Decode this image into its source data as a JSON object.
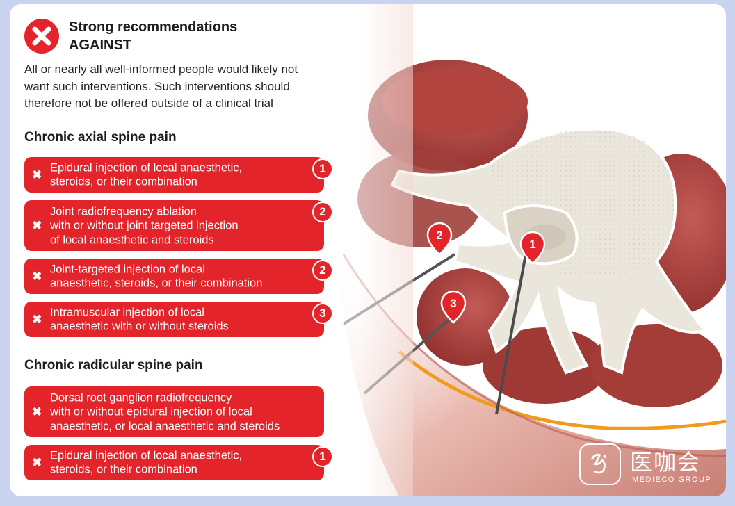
{
  "header": {
    "title_line1": "Strong recommendations",
    "title_line2": "AGAINST",
    "intro_line1": "All or nearly all well-informed people would likely not",
    "intro_line2": "want such interventions. Such interventions should",
    "intro_line3": "therefore not be offered outside of a clinical trial"
  },
  "sections": [
    {
      "title": "Chronic axial spine pain",
      "items": [
        {
          "lines": [
            "Epidural injection of local anaesthetic,",
            "steroids, or their combination"
          ],
          "num": "1"
        },
        {
          "lines": [
            "Joint radiofrequency ablation",
            "with or without joint targeted injection",
            "of local anaesthetic and steroids"
          ],
          "num": "2"
        },
        {
          "lines": [
            "Joint-targeted injection of local",
            "anaesthetic, steroids, or their combination"
          ],
          "num": "2"
        },
        {
          "lines": [
            "Intramuscular injection of local",
            "anaesthetic with or without steroids"
          ],
          "num": "3"
        }
      ]
    },
    {
      "title": "Chronic radicular spine pain",
      "items": [
        {
          "lines": [
            "Dorsal root ganglion radiofrequency",
            "with or without epidural injection of local",
            "anaesthetic, or local anaesthetic and steroids"
          ],
          "num": ""
        },
        {
          "lines": [
            "Epidural injection of local anaesthetic,",
            "steroids, or their combination"
          ],
          "num": "1"
        }
      ]
    }
  ],
  "item_marker": "✖",
  "pins": [
    {
      "label": "2"
    },
    {
      "label": "1"
    },
    {
      "label": "3"
    }
  ],
  "watermark": {
    "chinese": "医咖会",
    "english": "MEDIECO GROUP"
  },
  "colors": {
    "accent_red": "#e3242b",
    "muscle": "#a63a37",
    "bone": "#ebe6dc",
    "background": "#c9d3f0"
  },
  "icons": {
    "header": "x-circle-icon",
    "item": "cross-mark-icon",
    "logo": "mediec-logo-icon"
  }
}
